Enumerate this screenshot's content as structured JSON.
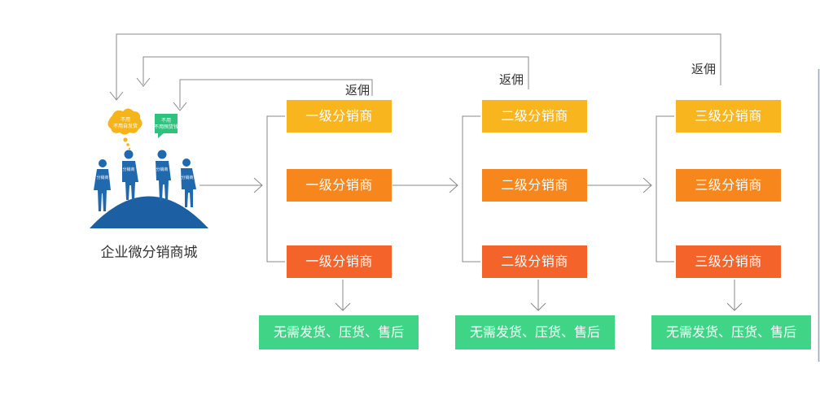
{
  "mall": {
    "label": "企业微分销商城"
  },
  "bubbles": {
    "cloud_text": "不用自发货",
    "sign_text": "不用囤货钱"
  },
  "people_tag": "分销商",
  "rebate_label": "返佣",
  "levels": [
    {
      "boxes": [
        "一级分销商",
        "一级分销商",
        "一级分销商"
      ],
      "benefit": "无需发货、压货、售后"
    },
    {
      "boxes": [
        "二级分销商",
        "二级分销商",
        "二级分销商"
      ],
      "benefit": "无需发货、压货、售后"
    },
    {
      "boxes": [
        "三级分销商",
        "三级分销商",
        "三级分销商"
      ],
      "benefit": "无需发货、压货、售后"
    }
  ],
  "colors": {
    "box_yellow": "#f8b51e",
    "box_orange": "#f7861c",
    "box_red": "#f4632a",
    "benefit_green": "#3fd486",
    "globe_blue": "#1d5fa3",
    "person_blue": "#2169ad",
    "cloud_yellow": "#f6b41b",
    "sign_green": "#2ec27e",
    "line_gray": "#888888"
  }
}
